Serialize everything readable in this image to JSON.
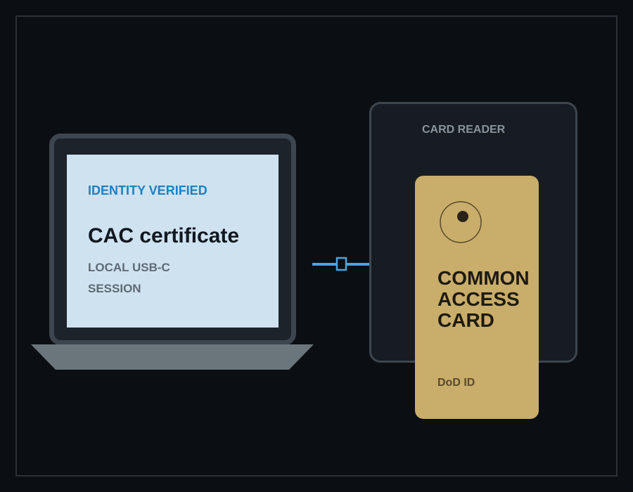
{
  "laptop": {
    "status_label": "IDENTITY VERIFIED",
    "title": "CAC certificate",
    "session_lines": [
      "LOCAL USB-C",
      "SESSION"
    ]
  },
  "reader": {
    "label": "CARD READER"
  },
  "card": {
    "title_lines": [
      "COMMON",
      "ACCESS",
      "CARD"
    ],
    "id_label": "DoD ID"
  },
  "colors": {
    "background": "#0b0e12",
    "screen": "#cfe2f0",
    "accent_blue": "#1e80c1",
    "cable_blue": "#4aa3df",
    "card_gold": "#c9ad6a",
    "device_dark": "#1c232b",
    "device_border": "#3d464f"
  },
  "icons": {
    "chip": "smartcard-chip-icon",
    "connector": "usb-c-connector-icon"
  }
}
